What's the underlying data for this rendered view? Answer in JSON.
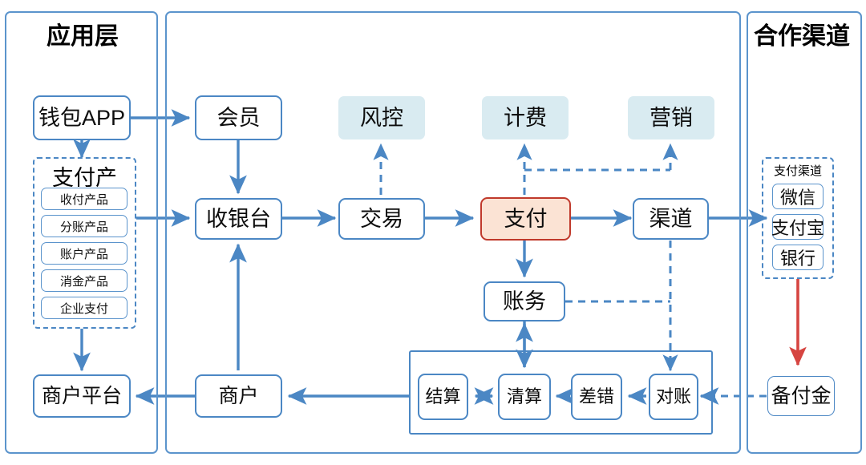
{
  "panels": [
    {
      "id": "app-layer",
      "title": "应用层"
    },
    {
      "id": "platform-core",
      "title": ""
    },
    {
      "id": "partner-channel",
      "title": "合作渠道"
    }
  ],
  "app_layer": {
    "wallet_app": "钱包APP",
    "merchant_platform": "商户平台",
    "product_group": {
      "title": "支付产",
      "items": [
        "收付产品",
        "分账产品",
        "账户产品",
        "消金产品",
        "企业支付"
      ]
    }
  },
  "core": {
    "member": "会员",
    "cashier": "收银台",
    "transaction": "交易",
    "payment": "支付",
    "channel": "渠道",
    "accounting": "账务",
    "merchant": "商户",
    "support": [
      "风控",
      "计费",
      "营销"
    ],
    "settlement_group": [
      "结算",
      "清算",
      "差错",
      "对账"
    ]
  },
  "partner": {
    "channel_group": {
      "title": "支付渠道",
      "items": [
        "微信",
        "支付宝",
        "银行"
      ]
    },
    "reserve_funds": "备付金"
  },
  "colors": {
    "line": "#4b87c4",
    "panel_border": "#5b94cc",
    "tint_fill": "#d9ebf1",
    "accent_fill": "#fbe3d4",
    "accent_border": "#c0392b",
    "red_arrow": "#d64541",
    "node_border": "#4b87c4",
    "text": "#0d0d0d"
  }
}
